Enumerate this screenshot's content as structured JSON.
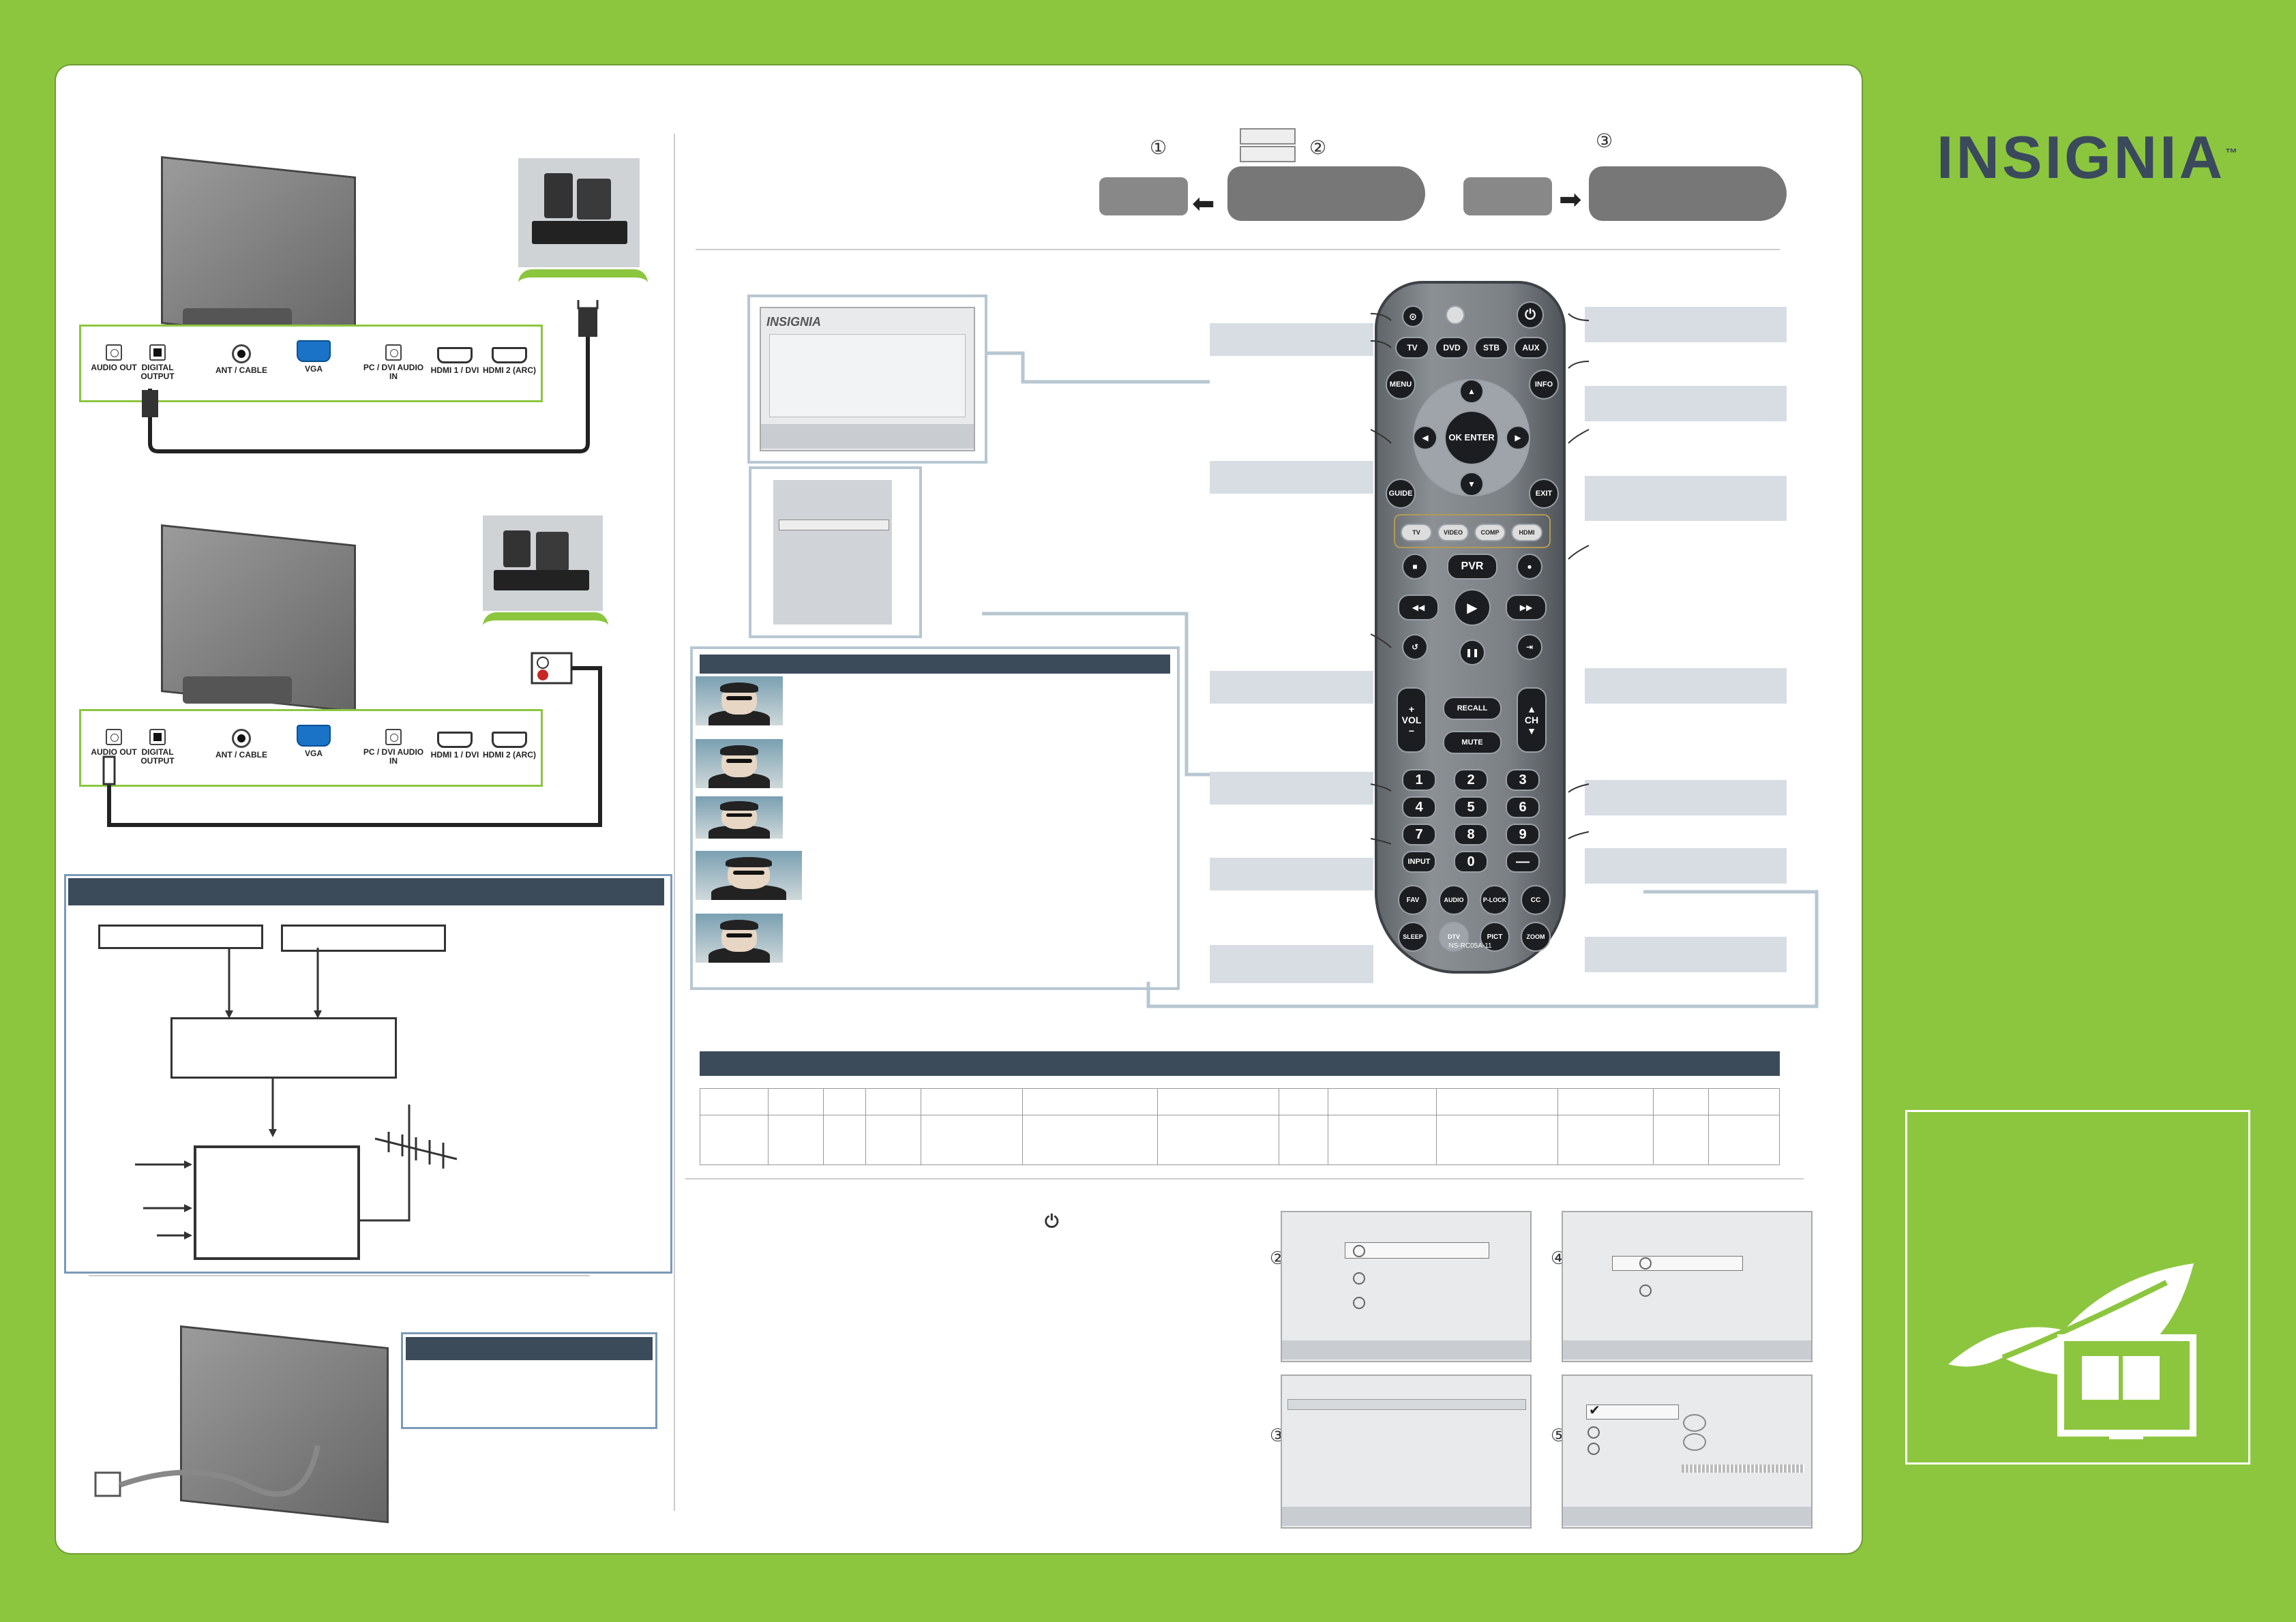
{
  "brand": {
    "logo_text": "INSIGNIA",
    "trademark": "™",
    "remote_model": "NS-RC05A-11",
    "menu_logo": "INSIGNIA"
  },
  "ports": {
    "audio_out": "AUDIO OUT",
    "digital_output": "DIGITAL OUTPUT",
    "ant_cable": "ANT / CABLE",
    "vga": "VGA",
    "pc_dvi_audio_in": "PC / DVI AUDIO IN",
    "hdmi1_dvi": "HDMI 1 / DVI",
    "hdmi2_arc": "HDMI 2 (ARC)"
  },
  "steps": {
    "battery_1": "①",
    "battery_2": "②",
    "battery_3": "③",
    "setup_2": "②",
    "setup_3": "③",
    "setup_4": "④",
    "setup_5": "⑤",
    "power_symbol": "⏻"
  },
  "remote": {
    "sources": [
      "TV",
      "DVD",
      "STB",
      "AUX"
    ],
    "menu": "MENU",
    "info": "INFO",
    "ok_enter": "OK ENTER",
    "guide": "GUIDE",
    "exit": "EXIT",
    "color_labels": [
      "TV",
      "VIDEO",
      "COMP",
      "HDMI"
    ],
    "pvr": "PVR",
    "vol": "VOL",
    "ch": "CH",
    "recall": "RECALL",
    "mute": "MUTE",
    "digits": [
      "1",
      "2",
      "3",
      "4",
      "5",
      "6",
      "7",
      "8",
      "9"
    ],
    "zero": "0",
    "dash": "—",
    "input": "INPUT",
    "row1": [
      "FAV",
      "AUDIO",
      "P-LOCK",
      "CC"
    ],
    "row2": [
      "SLEEP",
      "DTV",
      "PICT",
      "ZOOM"
    ],
    "plus": "+",
    "minus": "−"
  },
  "icons": [
    "power-icon",
    "up-arrow-icon",
    "down-arrow-icon",
    "left-arrow-icon",
    "right-arrow-icon",
    "stop-icon",
    "play-icon",
    "rewind-icon",
    "fast-forward-icon",
    "pause-icon",
    "record-icon",
    "skip-back-icon",
    "skip-forward-icon",
    "replay-icon",
    "leaf-icon",
    "manual-book-icon",
    "checkmark-icon"
  ],
  "colors": {
    "background": "#8cc63f",
    "panel": "#ffffff",
    "label_box": "#d7dde3",
    "header_dark": "#3c4b5a",
    "brand_text": "#3a4a5c",
    "vga_blue": "#1a73c7"
  }
}
